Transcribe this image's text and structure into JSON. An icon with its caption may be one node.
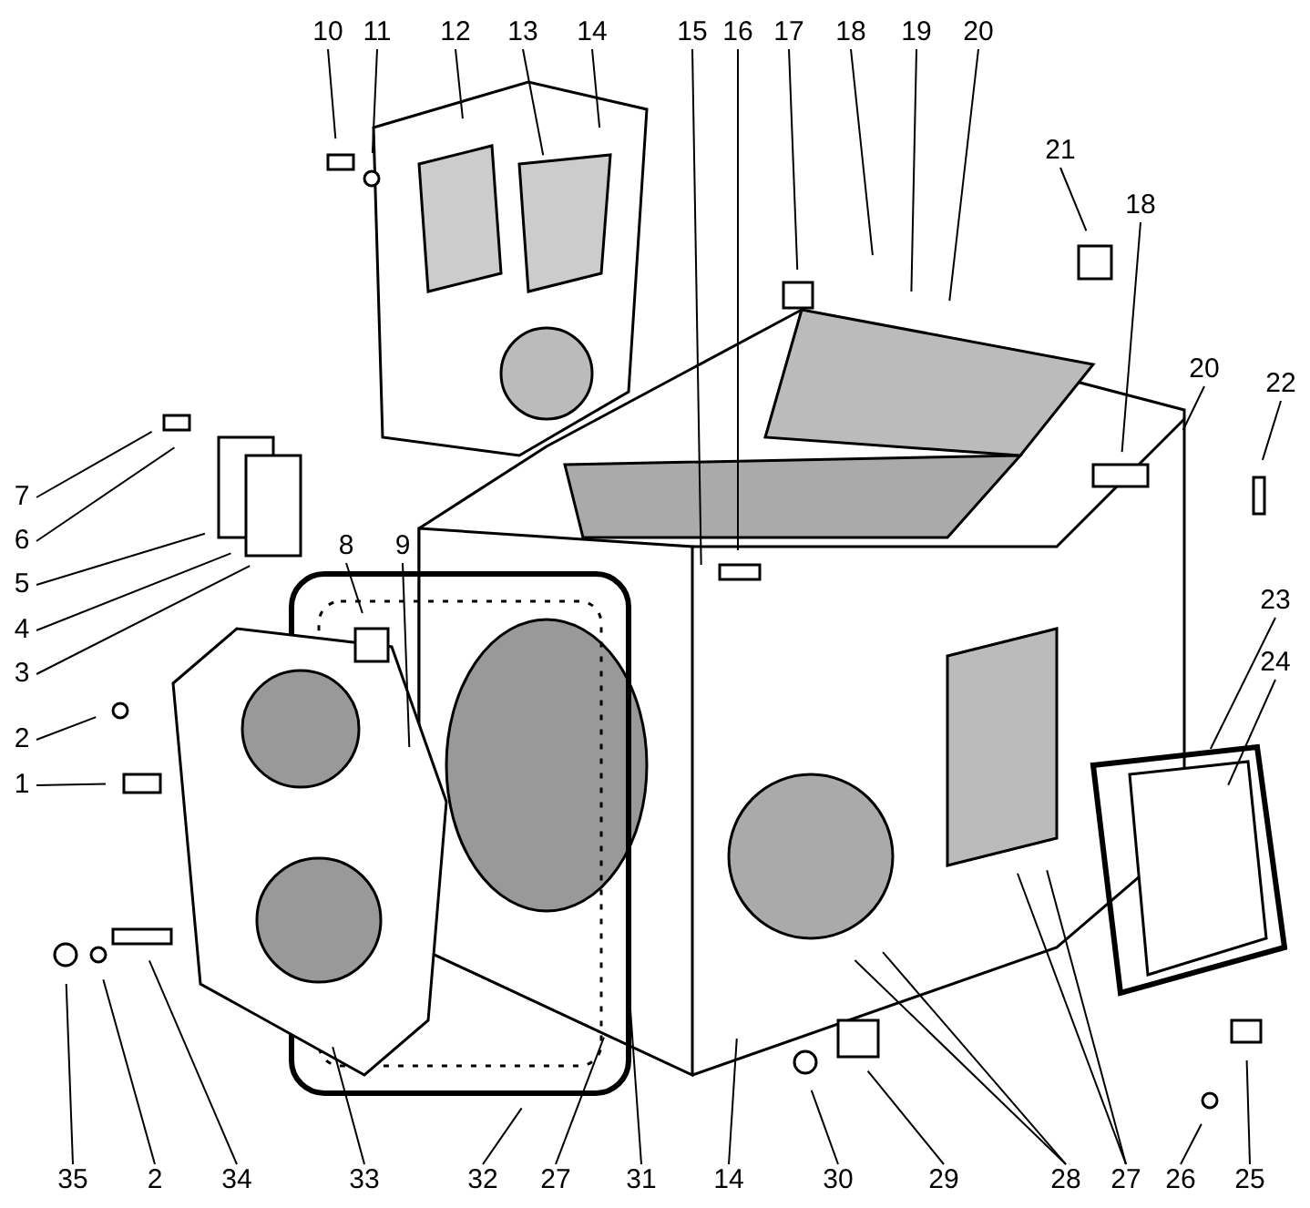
{
  "diagram": {
    "nodes": [
      {
        "text": [
          "10"
        ]
      },
      {
        "text": [
          "11"
        ]
      },
      {
        "text": [
          "12"
        ]
      },
      {
        "text": [
          "13"
        ]
      },
      {
        "text": [
          "14"
        ]
      },
      {
        "text": [
          "15"
        ]
      },
      {
        "text": [
          "16"
        ]
      },
      {
        "text": [
          "17"
        ]
      },
      {
        "text": [
          "18"
        ]
      },
      {
        "text": [
          "19"
        ]
      },
      {
        "text": [
          "20"
        ]
      },
      {
        "text": [
          "21"
        ]
      },
      {
        "text": [
          "18"
        ]
      },
      {
        "text": [
          "20"
        ]
      },
      {
        "text": [
          "22"
        ]
      },
      {
        "text": [
          "7"
        ]
      },
      {
        "text": [
          "6"
        ]
      },
      {
        "text": [
          "5"
        ]
      },
      {
        "text": [
          "4"
        ]
      },
      {
        "text": [
          "3"
        ]
      },
      {
        "text": [
          "8"
        ]
      },
      {
        "text": [
          "9"
        ]
      },
      {
        "text": [
          "2"
        ]
      },
      {
        "text": [
          "1"
        ]
      },
      {
        "text": [
          "23"
        ]
      },
      {
        "text": [
          "24"
        ]
      },
      {
        "text": [
          "35"
        ]
      },
      {
        "text": [
          "2"
        ]
      },
      {
        "text": [
          "34"
        ]
      },
      {
        "text": [
          "33"
        ]
      },
      {
        "text": [
          "32"
        ]
      },
      {
        "text": [
          "27"
        ]
      },
      {
        "text": [
          "31"
        ]
      },
      {
        "text": [
          "14"
        ]
      },
      {
        "text": [
          "30"
        ]
      },
      {
        "text": [
          "29"
        ]
      },
      {
        "text": [
          "28"
        ]
      },
      {
        "text": [
          "27"
        ]
      },
      {
        "text": [
          "26"
        ]
      },
      {
        "text": [
          "25"
        ]
      }
    ],
    "edges": [
      {
        "from": 0,
        "to": null,
        "arrow": "none"
      },
      {
        "from": 1,
        "to": null,
        "arrow": "none"
      },
      {
        "from": 2,
        "to": null,
        "arrow": "none"
      },
      {
        "from": 3,
        "to": null,
        "arrow": "none"
      },
      {
        "from": 4,
        "to": null,
        "arrow": "none"
      },
      {
        "from": 5,
        "to": null,
        "arrow": "none"
      },
      {
        "from": 6,
        "to": null,
        "arrow": "none"
      },
      {
        "from": 7,
        "to": null,
        "arrow": "none"
      },
      {
        "from": 8,
        "to": null,
        "arrow": "none"
      },
      {
        "from": 9,
        "to": null,
        "arrow": "none"
      },
      {
        "from": 10,
        "to": null,
        "arrow": "none"
      },
      {
        "from": 11,
        "to": null,
        "arrow": "none"
      },
      {
        "from": 12,
        "to": null,
        "arrow": "none"
      },
      {
        "from": 13,
        "to": null,
        "arrow": "none"
      },
      {
        "from": 14,
        "to": null,
        "arrow": "none"
      },
      {
        "from": 15,
        "to": null,
        "arrow": "none"
      },
      {
        "from": 16,
        "to": null,
        "arrow": "none"
      },
      {
        "from": 17,
        "to": null,
        "arrow": "none"
      },
      {
        "from": 18,
        "to": null,
        "arrow": "none"
      },
      {
        "from": 19,
        "to": null,
        "arrow": "none"
      },
      {
        "from": 20,
        "to": null,
        "arrow": "none"
      },
      {
        "from": 21,
        "to": null,
        "arrow": "none"
      },
      {
        "from": 22,
        "to": null,
        "arrow": "none"
      },
      {
        "from": 23,
        "to": null,
        "arrow": "none"
      },
      {
        "from": 24,
        "to": null,
        "arrow": "none"
      },
      {
        "from": 25,
        "to": null,
        "arrow": "none"
      },
      {
        "from": 26,
        "to": null,
        "arrow": "none"
      },
      {
        "from": 27,
        "to": null,
        "arrow": "none"
      },
      {
        "from": 28,
        "to": null,
        "arrow": "none"
      },
      {
        "from": 29,
        "to": null,
        "arrow": "none"
      },
      {
        "from": 30,
        "to": null,
        "arrow": "none"
      },
      {
        "from": 31,
        "to": null,
        "arrow": "none"
      },
      {
        "from": 32,
        "to": null,
        "arrow": "none"
      },
      {
        "from": 33,
        "to": null,
        "arrow": "none"
      },
      {
        "from": 34,
        "to": null,
        "arrow": "none"
      },
      {
        "from": 35,
        "to": null,
        "arrow": "none"
      },
      {
        "from": 36,
        "to": null,
        "arrow": "none"
      },
      {
        "from": 36,
        "to": null,
        "arrow": "none"
      },
      {
        "from": 37,
        "to": null,
        "arrow": "none"
      },
      {
        "from": 37,
        "to": null,
        "arrow": "none"
      },
      {
        "from": 38,
        "to": null,
        "arrow": "none"
      },
      {
        "from": 39,
        "to": null,
        "arrow": "none"
      }
    ]
  }
}
